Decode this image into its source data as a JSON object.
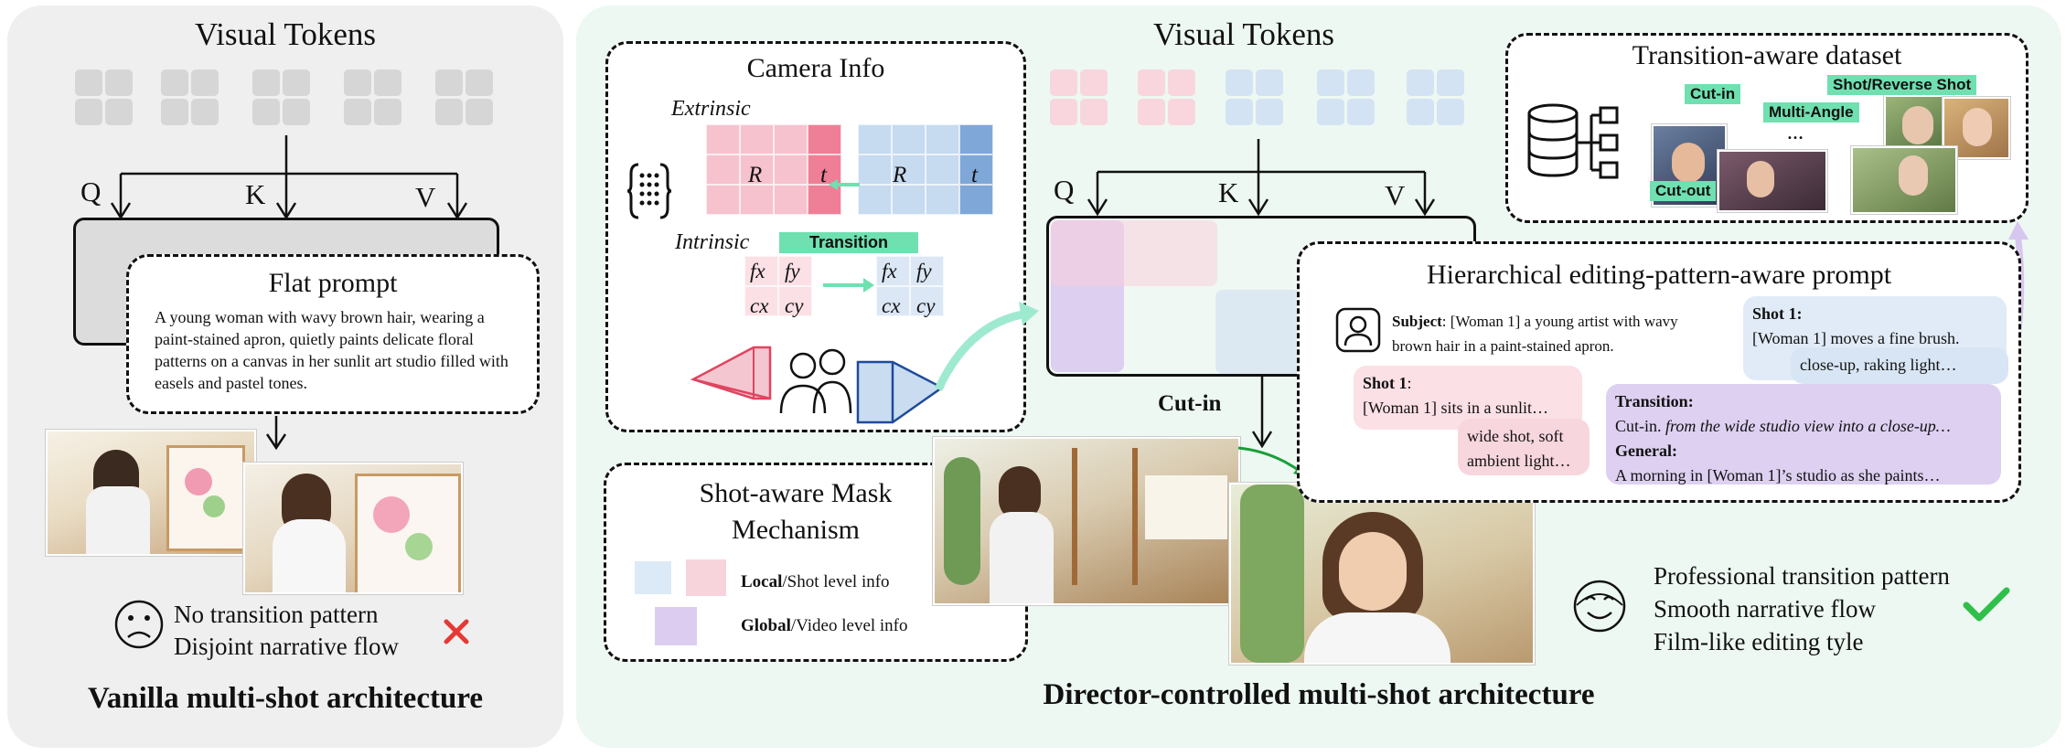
{
  "left": {
    "title": "Visual Tokens",
    "q": "Q",
    "k": "K",
    "v": "V",
    "flat_prompt_title": "Flat prompt",
    "flat_prompt_text": "A young woman with wavy brown hair, wearing a paint-stained apron, quietly paints delicate floral patterns on a canvas in her sunlit art studio filled with easels and pastel tones.",
    "bullet_1": "No transition pattern",
    "bullet_2": "Disjoint narrative flow",
    "caption": "Vanilla multi-shot architecture"
  },
  "right": {
    "title": "Visual Tokens",
    "q": "Q",
    "k": "K",
    "v": "V",
    "camera": {
      "title": "Camera Info",
      "extrinsic": "Extrinsic",
      "intrinsic": "Intrinsic",
      "transition": "Transition",
      "r": "R",
      "t": "t",
      "fx": "fx",
      "fy": "fy",
      "cx": "cx",
      "cy": "cy"
    },
    "mask": {
      "title_line1": "Shot-aware Mask",
      "title_line2": "Mechanism",
      "local_bold": "Local",
      "local_rest": "/Shot level info",
      "global_bold": "Global",
      "global_rest": "/Video level info"
    },
    "cut_in": "Cut-in",
    "dataset": {
      "title": "Transition-aware dataset",
      "tag_cut_in": "Cut-in",
      "tag_multi_angle": "Multi-Angle",
      "tag_dots": "…",
      "tag_shot_reverse": "Shot/Reverse Shot",
      "tag_cut_out": "Cut-out"
    },
    "prompt": {
      "title": "Hierarchical editing-pattern-aware prompt",
      "subject_label": "Subject",
      "subject_text": ": [Woman 1]  a young artist with wavy brown hair in a paint-stained apron.",
      "shot1_left_label": "Shot 1",
      "shot1_left_text": "[Woman 1] sits in a sunlit…",
      "shot1_left_sub": "wide shot, soft ambient light…",
      "shot1_right_label": "Shot 1",
      "shot1_right_text": "[Woman 1] moves a fine brush.",
      "shot1_right_sub": "close-up, raking light…",
      "transition_label": "Transition",
      "transition_text": "Cut-in. ",
      "transition_italic": "from the wide studio view into a close-up…",
      "general_label": "General",
      "general_text": "A morning in [Woman 1]’s studio as she paints…"
    },
    "benefit_1": "Professional transition pattern",
    "benefit_2": "Smooth narrative flow",
    "benefit_3": "Film-like editing tyle",
    "caption": "Director-controlled multi-shot architecture"
  },
  "colors": {
    "pink": "#f6c8d2",
    "blue": "#c9dcf0",
    "purple": "#d8c8ee",
    "mint": "#6fe0b0",
    "red_cross": "#e53935",
    "green_check": "#2fbf4a"
  }
}
